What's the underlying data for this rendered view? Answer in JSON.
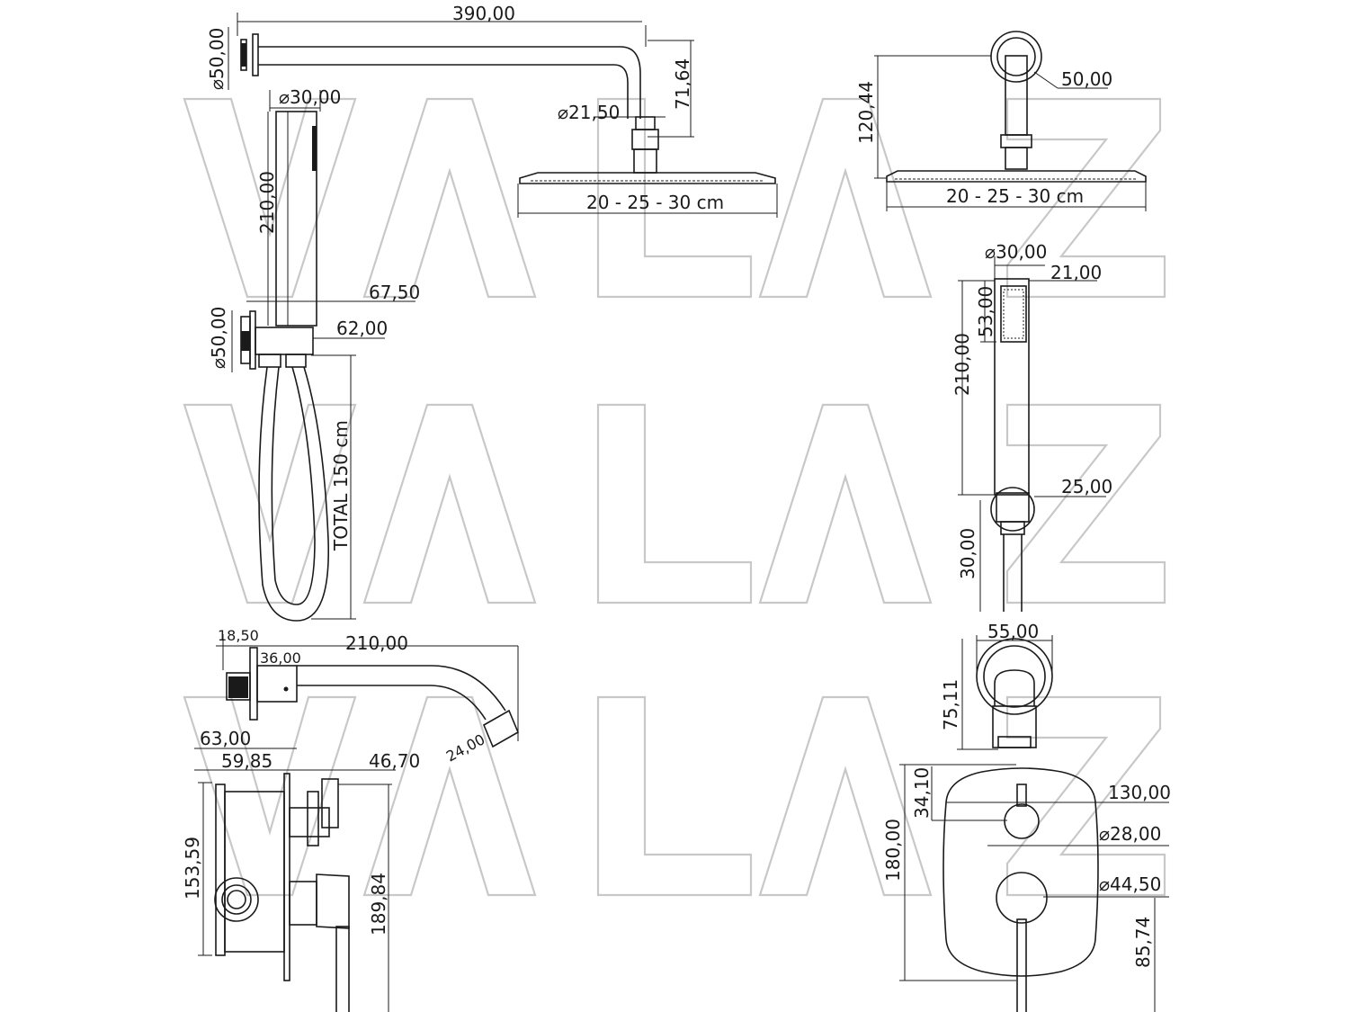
{
  "watermark": {
    "text": "VALAZ"
  },
  "dimensions": {
    "arm_length": "390,00",
    "wall_flange_dia": "⌀50,00",
    "arm_drop": "71,64",
    "arm_dia": "⌀21,50",
    "head_width_front": "20 - 25 - 30 cm",
    "head_width_side": "20 - 25 - 30 cm",
    "arm_height_side": "120,44",
    "flange_dia_side": "50,00",
    "handshower_dia": "⌀30,00",
    "handshower_len": "210,00",
    "holder_offset": "67,50",
    "outlet_dia": "⌀50,00",
    "holder_width": "62,00",
    "hose_total": "TOTAL 150 cm",
    "hs_side_dia": "⌀30,00",
    "hs_side_face": "21,00",
    "hs_side_spray": "53,00",
    "hs_side_len": "210,00",
    "hs_side_holder": "25,00",
    "hs_side_holder_h": "30,00",
    "spout_flange": "18,50",
    "spout_depth": "36,00",
    "spout_len": "210,00",
    "spout_outlet": "24,00",
    "spout_front_w": "55,00",
    "spout_front_h": "75,11",
    "box_depth": "63,00",
    "box_inner": "59,85",
    "handle_proj": "46,70",
    "box_height": "153,59",
    "valve_height": "189,84",
    "plate_height": "180,00",
    "diverter_offset": "34,10",
    "plate_width": "130,00",
    "diverter_dia": "⌀28,00",
    "handle_dia": "⌀44,50",
    "handle_offset": "85,74"
  }
}
